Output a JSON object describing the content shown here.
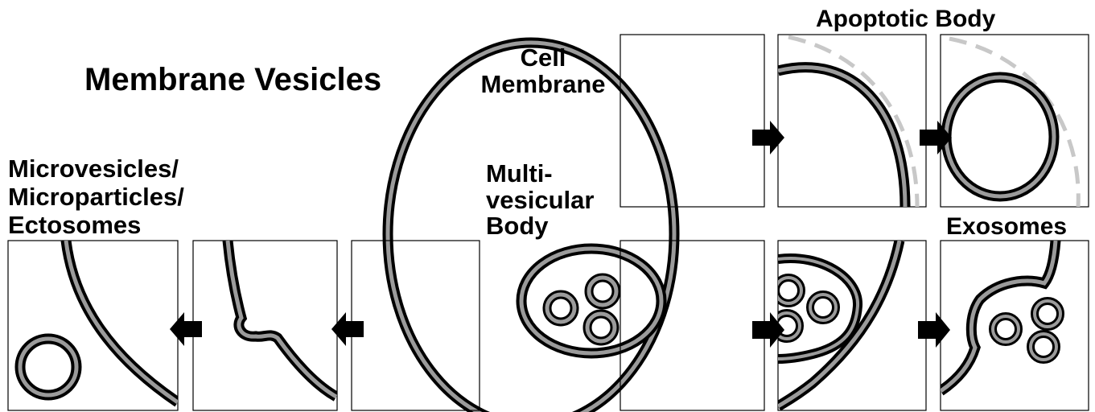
{
  "labels": {
    "title": "Membrane Vesicles",
    "cell_membrane": [
      "Cell",
      "Membrane"
    ],
    "multivesicular_body": [
      "Multi-",
      "vesicular",
      "Body"
    ],
    "microvesicles": [
      "Microvesicles/",
      "Microparticles/",
      "Ectosomes"
    ],
    "apoptotic_body": "Apoptotic Body",
    "exosomes": "Exosomes"
  },
  "colors": {
    "outline": "#000000",
    "membrane_fill": "#9b9b9b",
    "dashed_trace": "#c8c8c8",
    "background": "#ffffff"
  }
}
